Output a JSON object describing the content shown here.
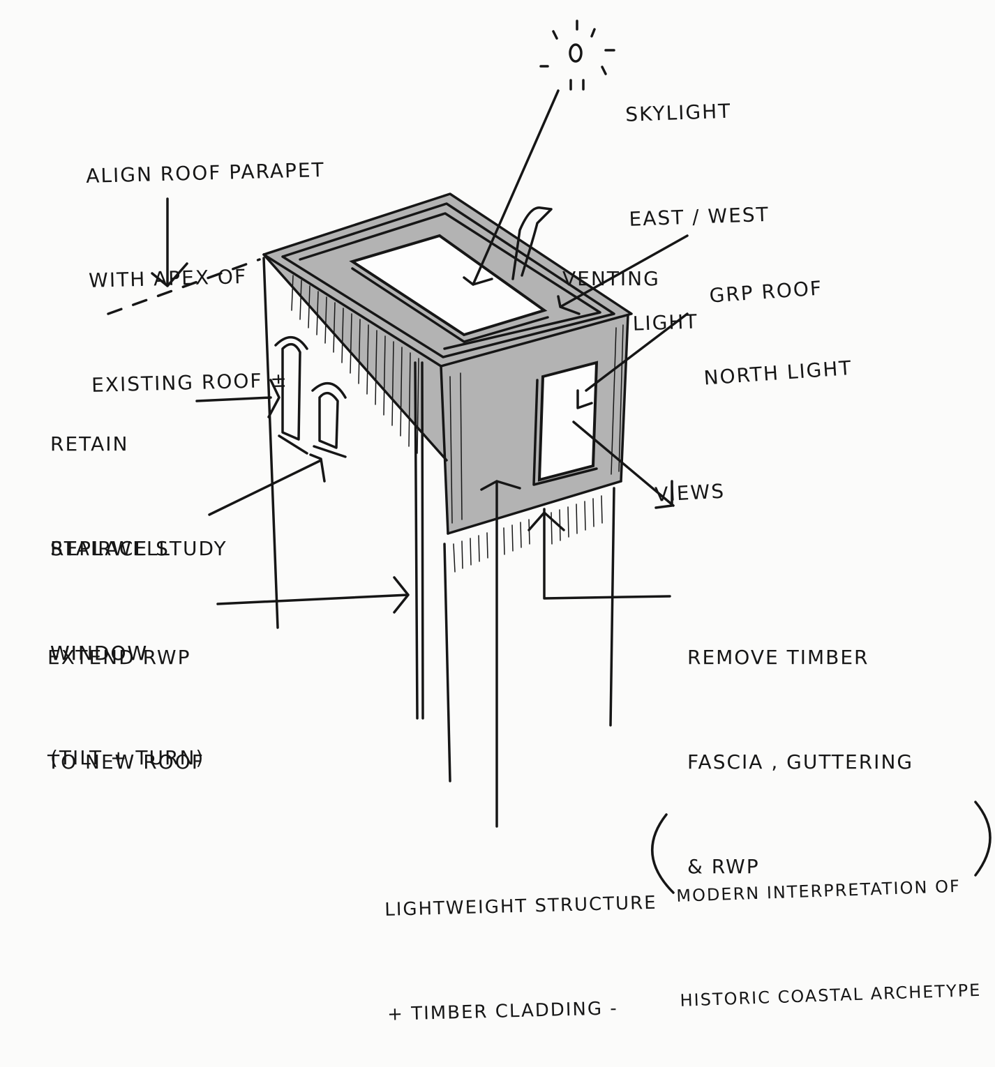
{
  "annotations": {
    "align_roof": [
      "ALIGN ROOF PARAPET",
      "WITH APEX OF",
      "EXISTING ROOF ±"
    ],
    "skylight": [
      "SKYLIGHT",
      "EAST / WEST",
      "LIGHT"
    ],
    "venting": "VENTING",
    "grp_roof": "GRP ROOF",
    "north_light": "NORTH LIGHT",
    "views": "VIEWS",
    "retain_window": [
      "RETAIN",
      "STAIRWELL",
      "WINDOW"
    ],
    "replace_window": [
      "REPLACE STUDY",
      "WINDOW",
      "(TILT + TURN)"
    ],
    "extend_rwp": [
      "EXTEND RWP",
      "TO NEW ROOF"
    ],
    "remove_timber": [
      "REMOVE TIMBER",
      "FASCIA , GUTTERING",
      "& RWP"
    ],
    "structure": [
      "LIGHTWEIGHT STRUCTURE",
      "+ TIMBER CLADDING -"
    ],
    "interpretation": [
      "MODERN INTERPRETATION OF",
      "HISTORIC COASTAL ARCHETYPE"
    ]
  },
  "colors": {
    "ink": "#161616",
    "shade": "#b3b3b3",
    "paper": "#fbfbfa",
    "skylight_glass": "#fdfdfd"
  }
}
